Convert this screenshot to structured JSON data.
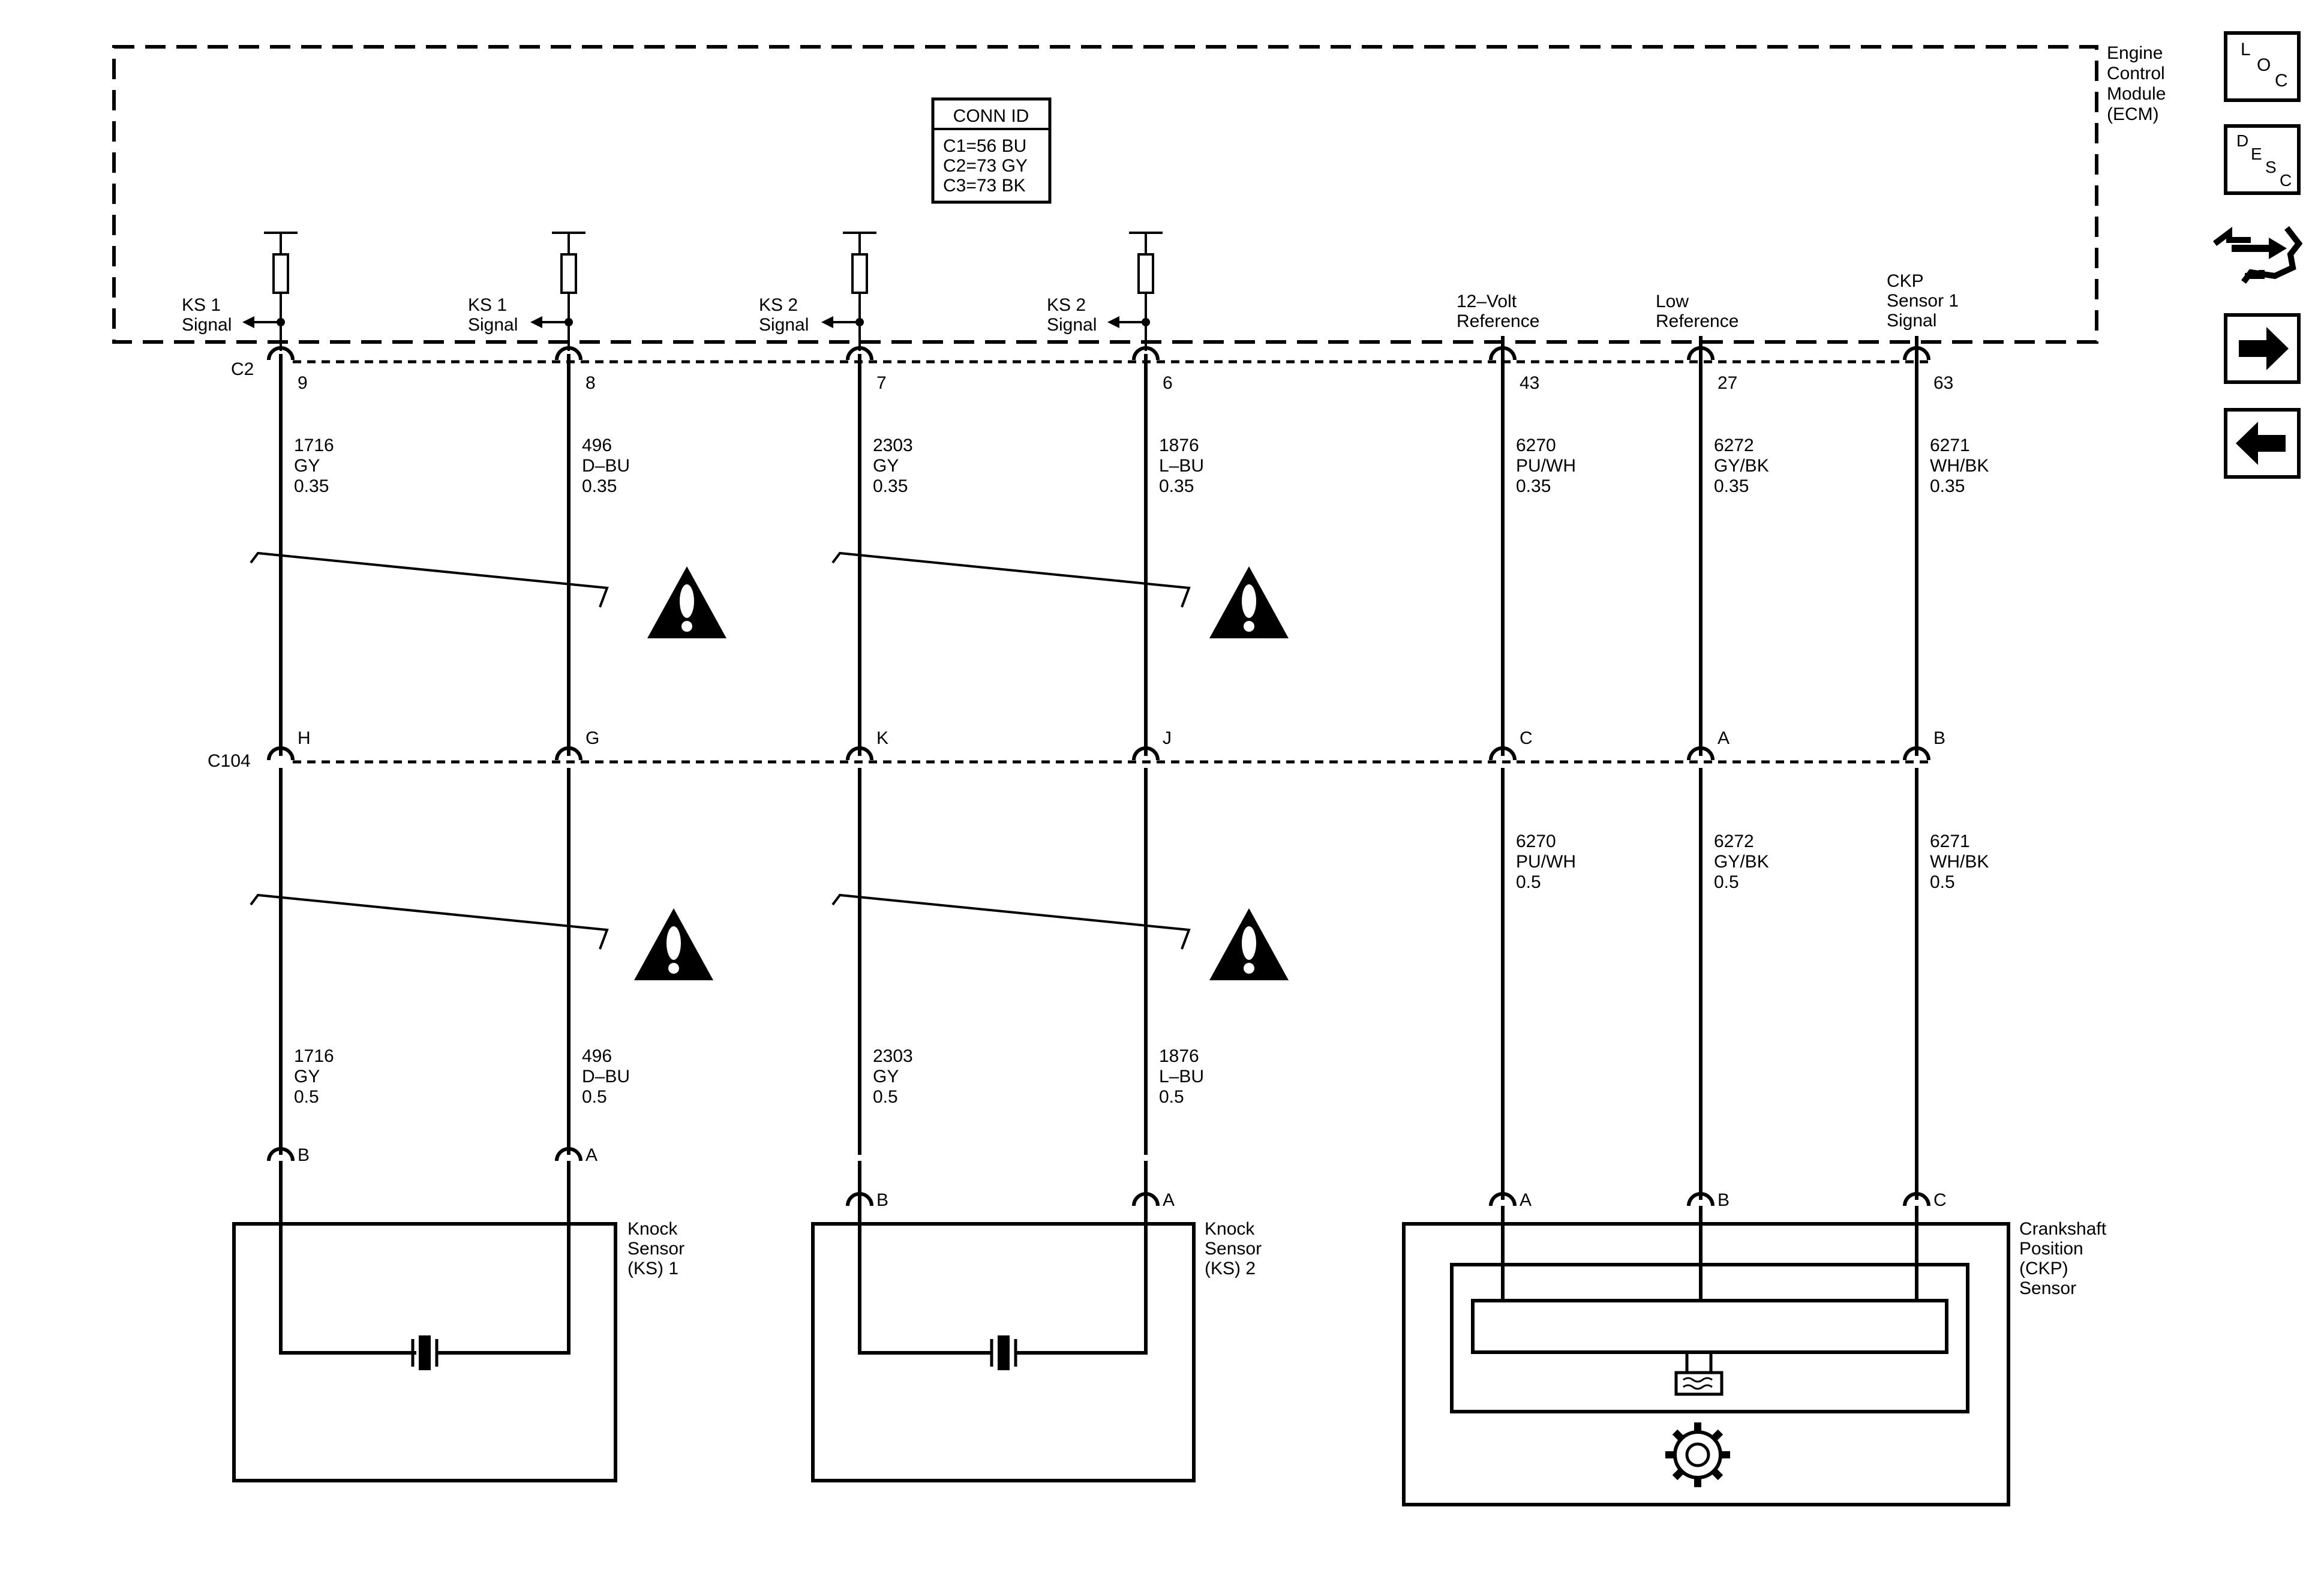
{
  "ecm": {
    "label_lines": [
      "Engine",
      "Control",
      "Module",
      "(ECM)"
    ],
    "conn_id_title": "CONN ID",
    "conn_id_lines": [
      "C1=56 BU",
      "C2=73 GY",
      "C3=73 BK"
    ],
    "top_connector": "C2",
    "signals": [
      {
        "line1": "KS 1",
        "line2": "Signal"
      },
      {
        "line1": "KS 1",
        "line2": "Signal"
      },
      {
        "line1": "KS 2",
        "line2": "Signal"
      },
      {
        "line1": "KS 2",
        "line2": "Signal"
      },
      {
        "line1": "12–Volt",
        "line2": "Reference"
      },
      {
        "line1": "Low",
        "line2": "Reference"
      },
      {
        "line1": "CKP",
        "line2": "Sensor 1",
        "line3": "Signal"
      }
    ]
  },
  "wires": [
    {
      "ecm_pin": "9",
      "upper": [
        "1716",
        "GY",
        "0.35"
      ],
      "c104_pin": "H",
      "lower": [
        "1716",
        "GY",
        "0.5"
      ],
      "sensor_pin": "B"
    },
    {
      "ecm_pin": "8",
      "upper": [
        "496",
        "D–BU",
        "0.35"
      ],
      "c104_pin": "G",
      "lower": [
        "496",
        "D–BU",
        "0.5"
      ],
      "sensor_pin": "A"
    },
    {
      "ecm_pin": "7",
      "upper": [
        "2303",
        "GY",
        "0.35"
      ],
      "c104_pin": "K",
      "lower": [
        "2303",
        "GY",
        "0.5"
      ],
      "sensor_pin": "B"
    },
    {
      "ecm_pin": "6",
      "upper": [
        "1876",
        "L–BU",
        "0.35"
      ],
      "c104_pin": "J",
      "lower": [
        "1876",
        "L–BU",
        "0.5"
      ],
      "sensor_pin": "A"
    },
    {
      "ecm_pin": "43",
      "upper": [
        "6270",
        "PU/WH",
        "0.35"
      ],
      "c104_pin": "C",
      "lower": [
        "6270",
        "PU/WH",
        "0.5"
      ],
      "sensor_pin": "A"
    },
    {
      "ecm_pin": "27",
      "upper": [
        "6272",
        "GY/BK",
        "0.35"
      ],
      "c104_pin": "A",
      "lower": [
        "6272",
        "GY/BK",
        "0.5"
      ],
      "sensor_pin": "B"
    },
    {
      "ecm_pin": "63",
      "upper": [
        "6271",
        "WH/BK",
        "0.35"
      ],
      "c104_pin": "B",
      "lower": [
        "6271",
        "WH/BK",
        "0.5"
      ],
      "sensor_pin": "C"
    }
  ],
  "c104_label": "C104",
  "sensors": {
    "ks1": [
      "Knock",
      "Sensor",
      "(KS) 1"
    ],
    "ks2": [
      "Knock",
      "Sensor",
      "(KS) 2"
    ],
    "ckp": [
      "Crankshaft",
      "Position",
      "(CKP)",
      "Sensor"
    ]
  },
  "side_buttons": {
    "loc": [
      "L",
      "O",
      "C"
    ],
    "desc": [
      "D",
      "E",
      "S",
      "C"
    ],
    "icons": [
      "tool-icon",
      "arrow-right-icon",
      "arrow-left-icon"
    ]
  }
}
